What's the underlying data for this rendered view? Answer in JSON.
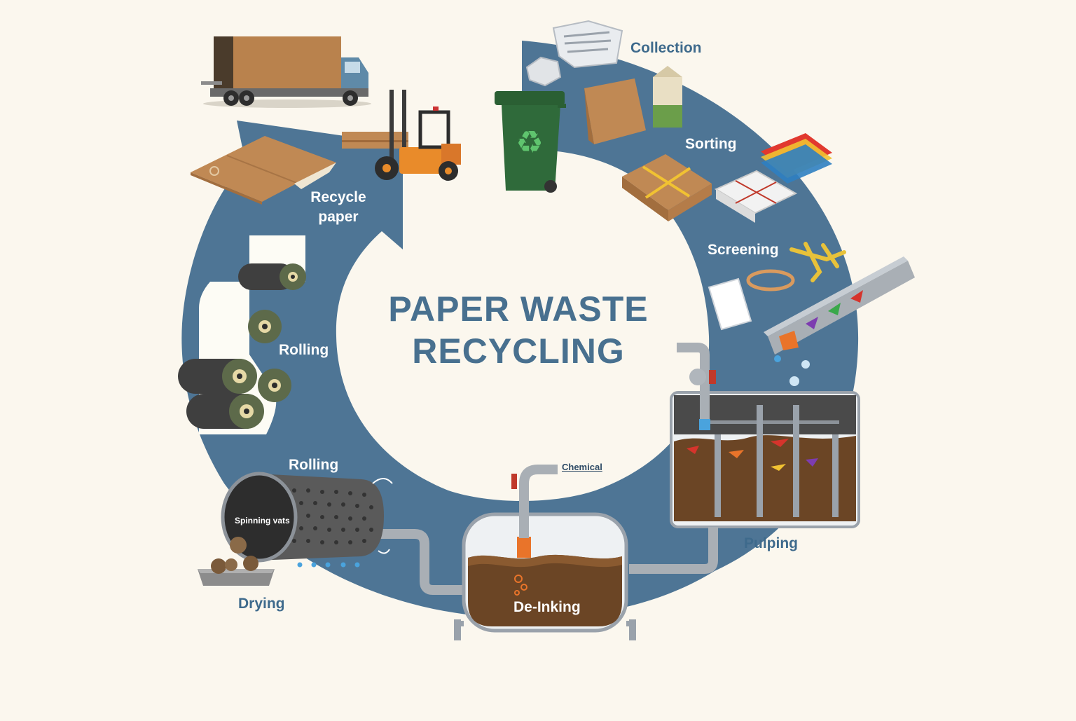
{
  "title": {
    "line1": "PAPER WASTE",
    "line2": "RECYCLING"
  },
  "stages": {
    "collection": "Collection",
    "sorting": "Sorting",
    "screening": "Screening",
    "pulping": "Pulping",
    "deinking": "De-Inking",
    "chemical": "Chemical",
    "spinning_vats": "Spinning vats",
    "rolling_drum": "Rolling",
    "drying": "Drying",
    "rolling_rolls": "Rolling",
    "recycle_paper_line1": "Recycle",
    "recycle_paper_line2": "paper"
  },
  "colors": {
    "ring": "#4e7595",
    "background": "#fbf7ee",
    "title": "#48708f",
    "bin": "#2f6a3a",
    "pulp": "#6b4525"
  },
  "icons": [
    "delivery-truck-icon",
    "forklift-icon",
    "recycling-bin-icon",
    "newspaper-icon",
    "crumpled-paper-icon",
    "cardboard-box-icon",
    "milk-carton-icon",
    "bundled-cardboard-icon",
    "colored-paper-stack-icon",
    "tied-paper-stack-icon",
    "paper-clip-icon",
    "rubber-band-icon",
    "conveyor-chute-icon",
    "pulping-tank-icon",
    "deinking-tank-icon",
    "spinning-drum-icon",
    "drying-tray-icon",
    "paper-roll-icon",
    "flat-cardboard-sheet-icon"
  ]
}
